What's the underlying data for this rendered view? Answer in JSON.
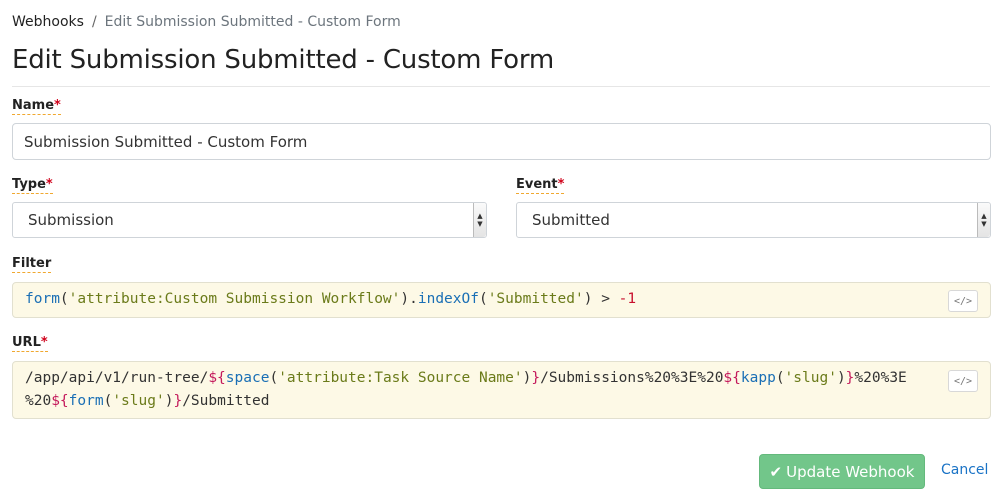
{
  "breadcrumb": {
    "root": "Webhooks",
    "separator": "/",
    "current": "Edit Submission Submitted - Custom Form"
  },
  "page": {
    "title": "Edit Submission Submitted - Custom Form"
  },
  "form": {
    "name": {
      "label": "Name",
      "required_mark": "*",
      "value": "Submission Submitted - Custom Form"
    },
    "type": {
      "label": "Type",
      "required_mark": "*",
      "value": "Submission"
    },
    "event": {
      "label": "Event",
      "required_mark": "*",
      "value": "Submitted"
    },
    "filter": {
      "label": "Filter",
      "tokens": [
        {
          "t": "form",
          "c": "fn"
        },
        {
          "t": "(",
          "c": ""
        },
        {
          "t": "'attribute:Custom Submission Workflow'",
          "c": "str"
        },
        {
          "t": ").",
          "c": ""
        },
        {
          "t": "indexOf",
          "c": "fn"
        },
        {
          "t": "(",
          "c": ""
        },
        {
          "t": "'Submitted'",
          "c": "str"
        },
        {
          "t": ") > ",
          "c": ""
        },
        {
          "t": "-1",
          "c": "num"
        }
      ]
    },
    "url": {
      "label": "URL",
      "required_mark": "*",
      "line1": [
        {
          "t": "/app/api/v1/run-tree/",
          "c": ""
        },
        {
          "t": "${",
          "c": "tpl"
        },
        {
          "t": "space",
          "c": "fn"
        },
        {
          "t": "(",
          "c": ""
        },
        {
          "t": "'attribute:Task Source Name'",
          "c": "str"
        },
        {
          "t": ")",
          "c": ""
        },
        {
          "t": "}",
          "c": "tpl"
        },
        {
          "t": "/Submissions%20%3E%20",
          "c": ""
        },
        {
          "t": "${",
          "c": "tpl"
        },
        {
          "t": "kapp",
          "c": "fn"
        },
        {
          "t": "(",
          "c": ""
        },
        {
          "t": "'slug'",
          "c": "str"
        },
        {
          "t": ")",
          "c": ""
        },
        {
          "t": "}",
          "c": "tpl"
        },
        {
          "t": "%20%3E",
          "c": ""
        }
      ],
      "line2": [
        {
          "t": "%20",
          "c": ""
        },
        {
          "t": "${",
          "c": "tpl"
        },
        {
          "t": "form",
          "c": "fn"
        },
        {
          "t": "(",
          "c": ""
        },
        {
          "t": "'slug'",
          "c": "str"
        },
        {
          "t": ")",
          "c": ""
        },
        {
          "t": "}",
          "c": "tpl"
        },
        {
          "t": "/Submitted",
          "c": ""
        }
      ]
    },
    "code_toggle_label": "</>"
  },
  "actions": {
    "update_label": "Update Webhook",
    "update_icon": "check-icon",
    "cancel_label": "Cancel"
  },
  "colors": {
    "accent_success": "#72c68a",
    "link": "#1a73c6",
    "required": "#d0021b",
    "code_bg": "#fdf9e6"
  }
}
